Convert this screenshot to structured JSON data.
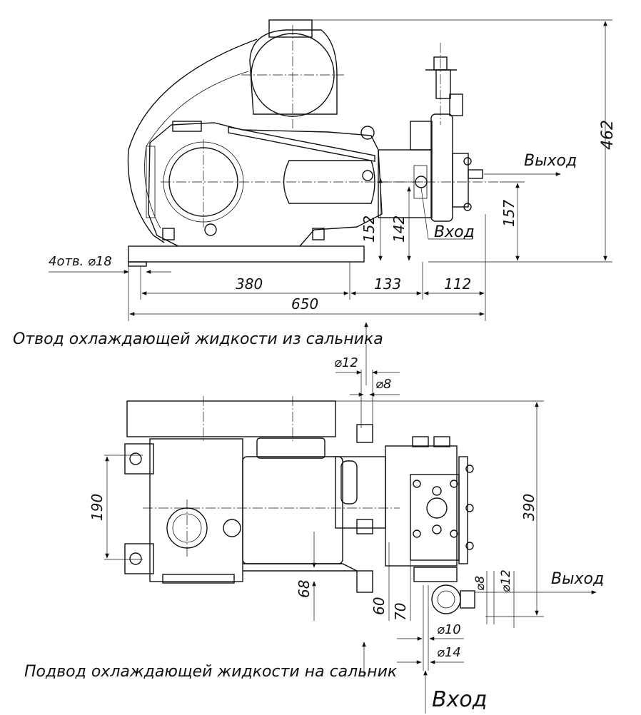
{
  "top_view": {
    "outlet_label": "Выход",
    "inlet_label": "Вход",
    "holes_note": "4отв. ⌀18",
    "dim_462": "462",
    "dim_157": "157",
    "dim_152": "152",
    "dim_142": "142",
    "dim_380": "380",
    "dim_133": "133",
    "dim_112": "112",
    "dim_650": "650"
  },
  "bottom_view": {
    "drain_note": "Отвод охлаждающей жидкости из сальника",
    "supply_note": "Подвод охлаждающей жидкости на сальник",
    "outlet_label": "Выход",
    "inlet_label": "Вход",
    "dia_12_top": "⌀12",
    "dia_8_top": "⌀8",
    "dim_190": "190",
    "dim_390": "390",
    "dim_68": "68",
    "dim_60": "60",
    "dim_70": "70",
    "dia_8_right": "⌀8",
    "dia_12_right": "⌀12",
    "dia_10": "⌀10",
    "dia_14": "⌀14"
  }
}
